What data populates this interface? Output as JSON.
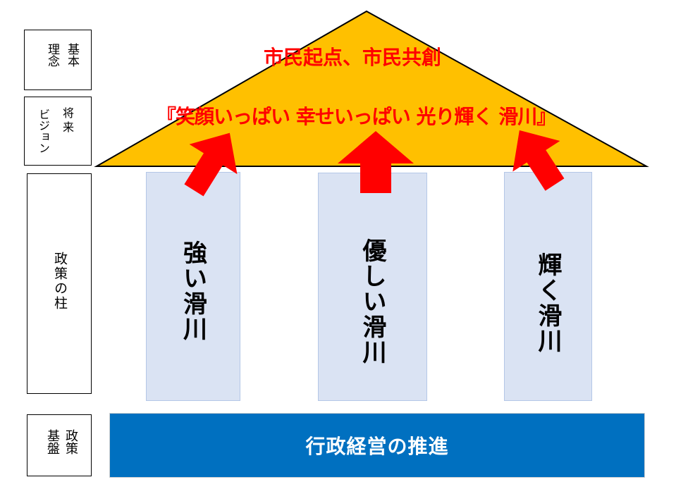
{
  "left_labels": {
    "basic_philosophy": {
      "line1": "基本",
      "line2": "理念"
    },
    "future_vision": {
      "line1": "将来",
      "line2": "ビジョン"
    },
    "policy_pillars": "政策の柱",
    "policy_foundation": {
      "line1": "政策",
      "line2": "基盤"
    }
  },
  "roof": {
    "philosophy_text": "市民起点、市民共創",
    "vision_text": "『笑顔いっぱい 幸せいっぱい 光り輝く 滑川』",
    "fill_color": "#ffc000",
    "text_color": "#ff0000"
  },
  "pillars": [
    {
      "label": "強い滑川"
    },
    {
      "label": "優しい滑川"
    },
    {
      "label": "輝く滑川"
    }
  ],
  "foundation": {
    "label": "行政経営の推進",
    "fill_color": "#0070c0"
  },
  "arrow_color": "#ff0000",
  "pillar_color": "#dae3f3"
}
